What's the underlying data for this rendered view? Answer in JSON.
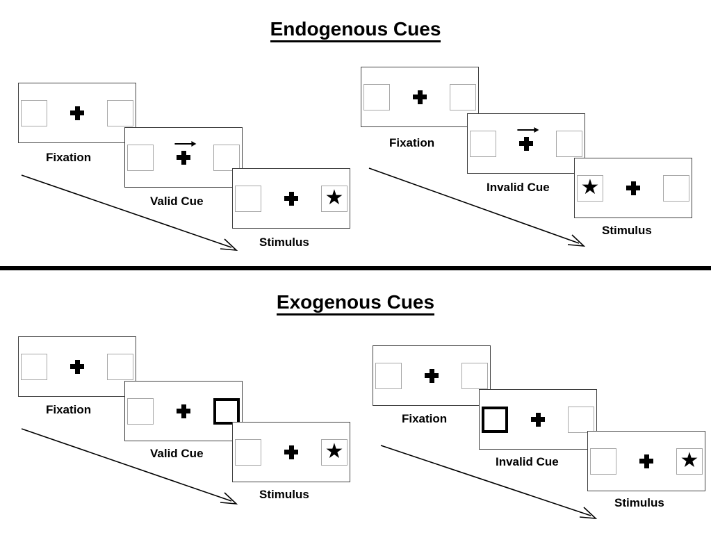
{
  "sections": [
    {
      "id": "endogenous",
      "title": "Endogenous Cues",
      "columns": [
        {
          "id": "endogenous-valid",
          "panels": [
            {
              "id": "fixation",
              "caption": "Fixation",
              "cue_type": "none",
              "left_box": "empty",
              "right_box": "empty",
              "center": "plus"
            },
            {
              "id": "valid-cue",
              "caption": "Valid Cue",
              "cue_type": "arrow-right",
              "left_box": "empty",
              "right_box": "empty",
              "center": "plus-with-arrow"
            },
            {
              "id": "stimulus",
              "caption": "Stimulus",
              "cue_type": "none",
              "left_box": "empty",
              "right_box": "star",
              "center": "plus"
            }
          ]
        },
        {
          "id": "endogenous-invalid",
          "panels": [
            {
              "id": "fixation",
              "caption": "Fixation",
              "cue_type": "none",
              "left_box": "empty",
              "right_box": "empty",
              "center": "plus"
            },
            {
              "id": "invalid-cue",
              "caption": "Invalid Cue",
              "cue_type": "arrow-right",
              "left_box": "empty",
              "right_box": "empty",
              "center": "plus-with-arrow"
            },
            {
              "id": "stimulus",
              "caption": "Stimulus",
              "cue_type": "none",
              "left_box": "star",
              "right_box": "empty",
              "center": "plus"
            }
          ]
        }
      ]
    },
    {
      "id": "exogenous",
      "title": "Exogenous Cues",
      "columns": [
        {
          "id": "exogenous-valid",
          "panels": [
            {
              "id": "fixation",
              "caption": "Fixation",
              "cue_type": "none",
              "left_box": "empty",
              "right_box": "empty",
              "center": "plus"
            },
            {
              "id": "valid-cue",
              "caption": "Valid Cue",
              "cue_type": "box-flash-right",
              "left_box": "empty",
              "right_box": "highlight",
              "center": "plus"
            },
            {
              "id": "stimulus",
              "caption": "Stimulus",
              "cue_type": "none",
              "left_box": "empty",
              "right_box": "star",
              "center": "plus"
            }
          ]
        },
        {
          "id": "exogenous-invalid",
          "panels": [
            {
              "id": "fixation",
              "caption": "Fixation",
              "cue_type": "none",
              "left_box": "empty",
              "right_box": "empty",
              "center": "plus"
            },
            {
              "id": "invalid-cue",
              "caption": "Invalid Cue",
              "cue_type": "box-flash-left",
              "left_box": "highlight",
              "right_box": "empty",
              "center": "plus"
            },
            {
              "id": "stimulus",
              "caption": "Stimulus",
              "cue_type": "none",
              "left_box": "empty",
              "right_box": "star",
              "center": "plus"
            }
          ]
        }
      ]
    }
  ],
  "glyphs": {
    "star": "★",
    "fixation_cross": "plus-sign",
    "cue_arrow": "arrow-right-icon",
    "time_arrow": "time-flow-arrow"
  },
  "colors": {
    "ink": "#000000",
    "panel_border": "#3f3f3f",
    "box_border": "#a6a6a6",
    "box_highlight": "#000000",
    "background": "#ffffff"
  }
}
